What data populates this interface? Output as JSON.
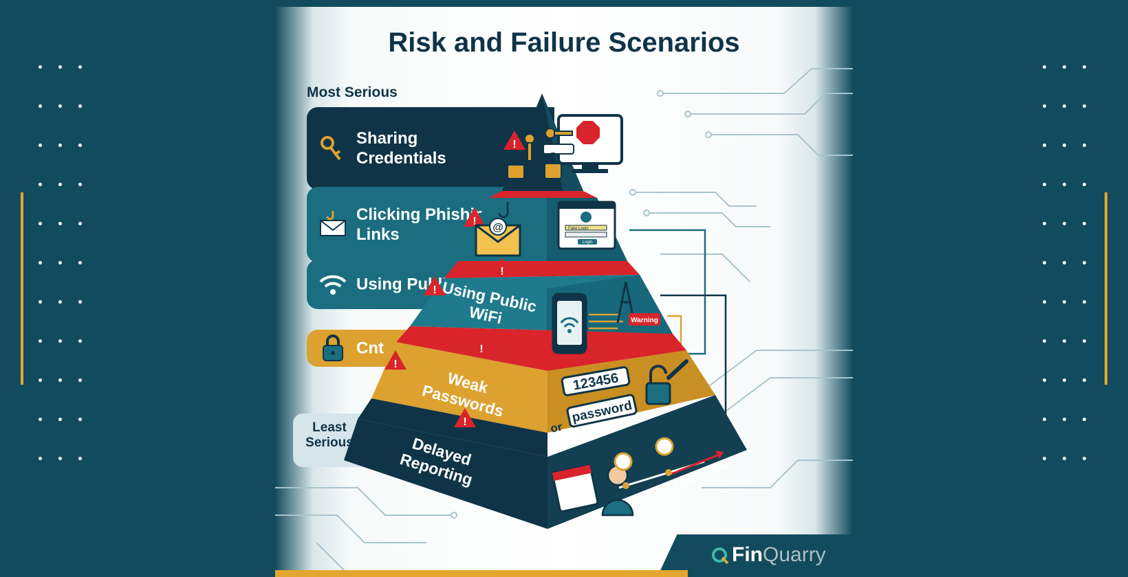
{
  "title": "Risk and Failure Scenarios",
  "scale": {
    "top_label": "Most Serious",
    "bottom_label": "Least Serious"
  },
  "side_list": [
    {
      "text": "Sharing Credentials",
      "icon": "keys-icon",
      "color": "#0f3447"
    },
    {
      "text": "Clicking Phishing Links",
      "icon": "envelope-hook-icon",
      "color": "#1b6e80"
    },
    {
      "text": "Using Public",
      "icon": "wifi-icon",
      "color": "#1b6e80"
    },
    {
      "text": "Cnt",
      "icon": "padlock-icon",
      "color": "#dca12f"
    }
  ],
  "pyramid": [
    {
      "label": "",
      "color": "#0f3447"
    },
    {
      "label": "",
      "color": "#1b6e80"
    },
    {
      "label": "Using Public WiFi",
      "color": "#1e7a8c"
    },
    {
      "label": "Weak Passwords",
      "color": "#dca12f"
    },
    {
      "label": "Delayed Reporting",
      "color": "#0f3447"
    }
  ],
  "annotations": {
    "login_title": "Fake Login",
    "login_button": "Login",
    "warning_tag": "Warning",
    "password_example_1": "123456",
    "password_connector": "or",
    "password_example_2": "password",
    "time_lost": "Lost",
    "time_label": "Time"
  },
  "brand": {
    "name_part1": "Fin",
    "name_part2": "Quarry"
  },
  "colors": {
    "background": "#124b5d",
    "accent": "#e3a72f",
    "red": "#d9242b",
    "navy": "#0f3447",
    "teal": "#1b6e80"
  }
}
